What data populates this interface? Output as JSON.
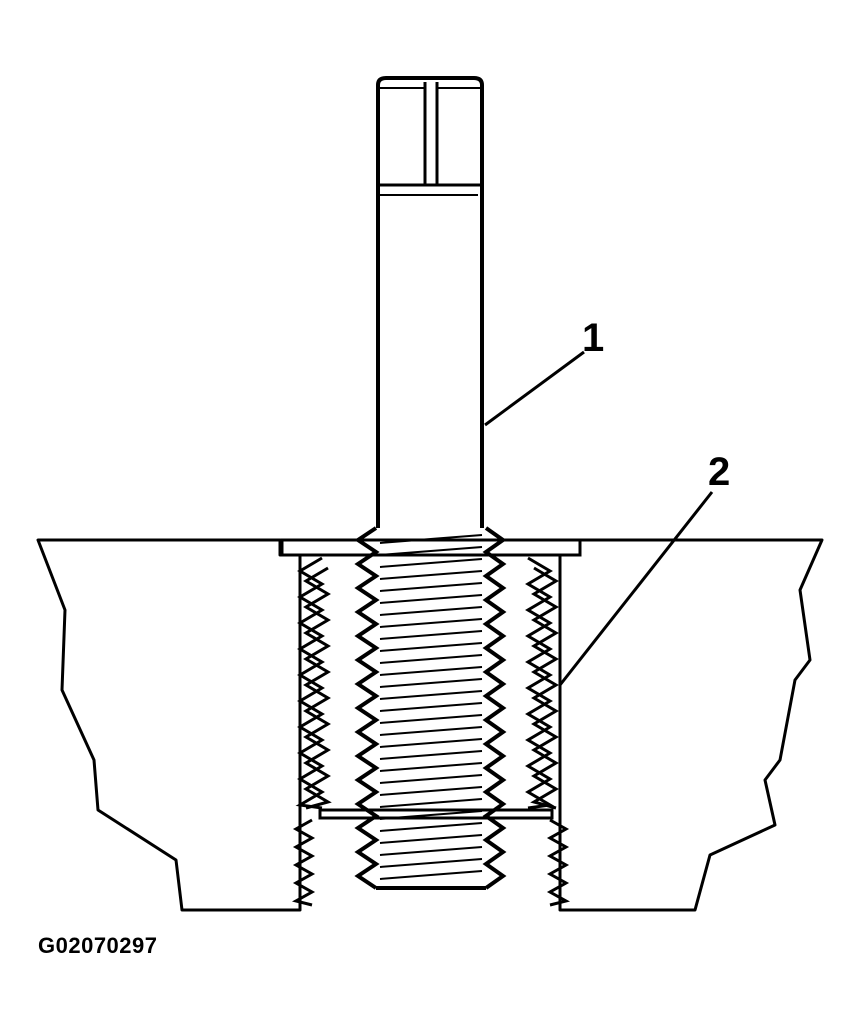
{
  "callouts": {
    "tool": "1",
    "insert": "2"
  },
  "figure_id": "G02070297",
  "colors": {
    "ink": "#000000",
    "paper": "#ffffff"
  }
}
